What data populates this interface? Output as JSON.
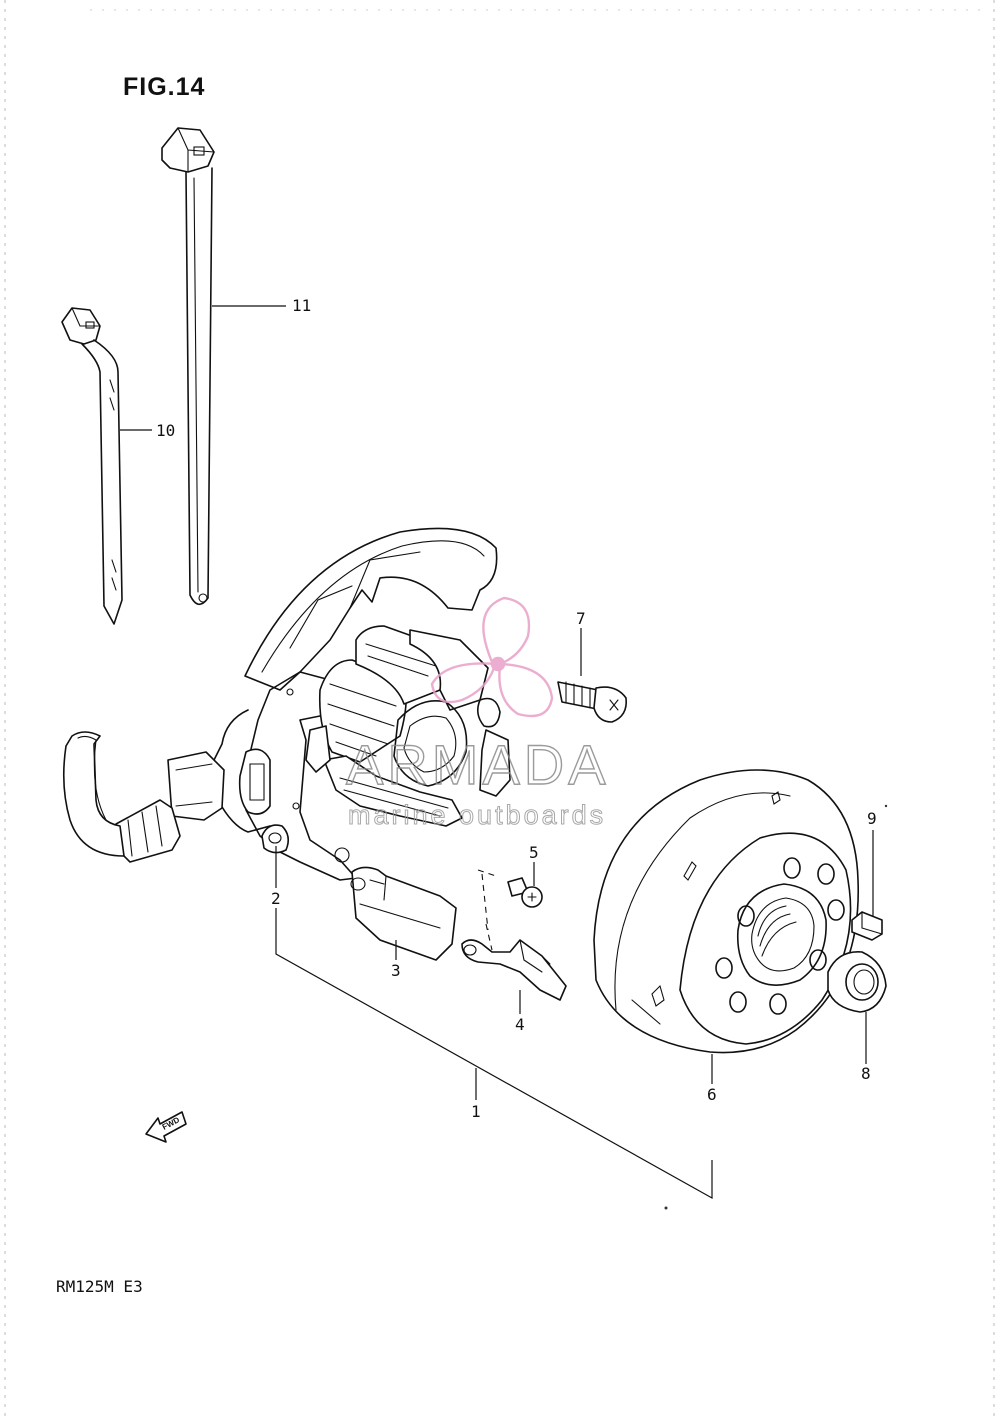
{
  "figure": {
    "title": "FIG.14",
    "model": "RM125M E3",
    "fwd_label": "FWD"
  },
  "callouts": [
    {
      "id": "1",
      "label": "1"
    },
    {
      "id": "2",
      "label": "2"
    },
    {
      "id": "3",
      "label": "3"
    },
    {
      "id": "4",
      "label": "4"
    },
    {
      "id": "5",
      "label": "5"
    },
    {
      "id": "6",
      "label": "6"
    },
    {
      "id": "7",
      "label": "7"
    },
    {
      "id": "8",
      "label": "8"
    },
    {
      "id": "9",
      "label": "9"
    },
    {
      "id": "10",
      "label": "10"
    },
    {
      "id": "11",
      "label": "11"
    }
  ],
  "watermark": {
    "brand": "ARMADA",
    "tagline": "marine outboards",
    "logo_color": "#e8a0c8"
  }
}
